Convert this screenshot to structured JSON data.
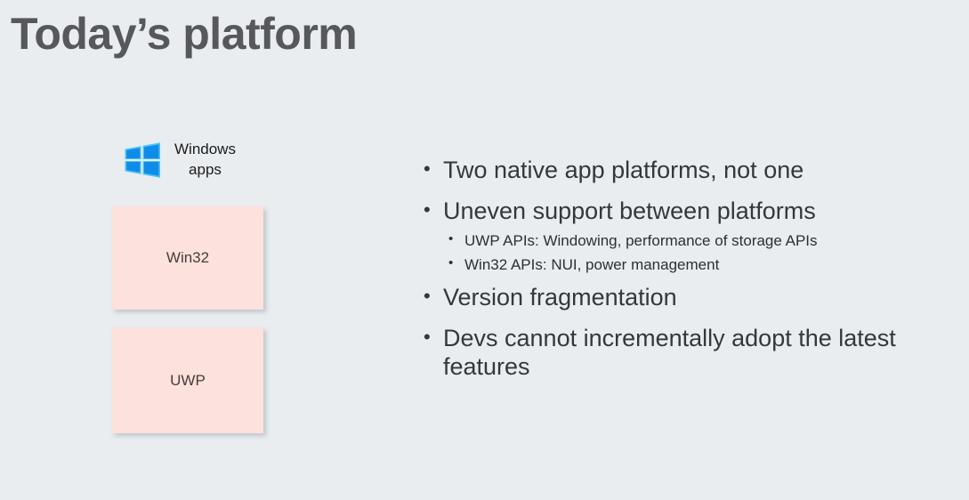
{
  "slide": {
    "title": "Today’s platform",
    "background_color": "#e9edf0",
    "title_color": "#56585c"
  },
  "left_column": {
    "brand": {
      "logo_icon": "windows-logo-icon",
      "logo_color": "#0f8ce8",
      "logo_highlight_color": "#4ac3f7",
      "label": "Windows\napps"
    },
    "cards": [
      {
        "label": "Win32",
        "fill_color": "#fce1dd",
        "text_color": "#4a3b38"
      },
      {
        "label": "UWP",
        "fill_color": "#fce1dd",
        "text_color": "#4a3b38"
      }
    ]
  },
  "bullets": [
    {
      "text": "Two native app platforms, not one",
      "sub": []
    },
    {
      "text": "Uneven support between platforms",
      "sub": [
        "UWP APIs: Windowing, performance of storage APIs",
        "Win32 APIs: NUI, power management"
      ]
    },
    {
      "text": "Version fragmentation",
      "sub": []
    },
    {
      "text": "Devs cannot incrementally adopt the latest features",
      "sub": []
    }
  ]
}
